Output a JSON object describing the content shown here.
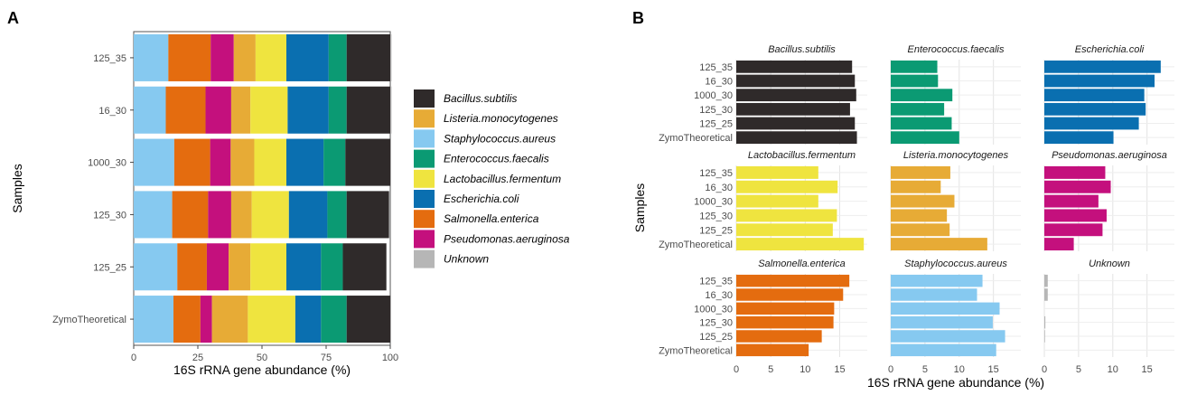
{
  "colors": {
    "Bacillus.subtilis": "#2f2a2a",
    "Listeria.monocytogenes": "#e7ab36",
    "Staphylococcus.aureus": "#86c9f0",
    "Enterococcus.faecalis": "#0b9a73",
    "Lactobacillus.fermentum": "#efe43f",
    "Escherichia.coli": "#0a6fb0",
    "Salmonella.enterica": "#e46c0f",
    "Pseudomonas.aeruginosa": "#c4107d",
    "Unknown": "#b6b6b6"
  },
  "chart_data": [
    {
      "panel_label": "A",
      "type": "bar",
      "orientation": "horizontal",
      "stacked": true,
      "xlabel": "16S rRNA gene abundance (%)",
      "ylabel": "Samples",
      "xlim": [
        0,
        100
      ],
      "xticks": [
        "0",
        "25",
        "50",
        "75",
        "100"
      ],
      "categories": [
        "125_35",
        "16_30",
        "1000_30",
        "125_30",
        "125_25",
        "ZymoTheoretical"
      ],
      "legend_position": "right",
      "legend": [
        "Bacillus.subtilis",
        "Listeria.monocytogenes",
        "Staphylococcus.aureus",
        "Enterococcus.faecalis",
        "Lactobacillus.fermentum",
        "Escherichia.coli",
        "Salmonella.enterica",
        "Pseudomonas.aeruginosa",
        "Unknown"
      ],
      "stack_order": [
        "Staphylococcus.aureus",
        "Salmonella.enterica",
        "Pseudomonas.aeruginosa",
        "Listeria.monocytogenes",
        "Lactobacillus.fermentum",
        "Escherichia.coli",
        "Enterococcus.faecalis",
        "Bacillus.subtilis",
        "Unknown"
      ],
      "series": [
        {
          "name": "Staphylococcus.aureus",
          "values": [
            13.5,
            12.5,
            15.8,
            15.0,
            17.0,
            15.5
          ]
        },
        {
          "name": "Salmonella.enterica",
          "values": [
            16.5,
            15.5,
            14.0,
            14.0,
            11.5,
            10.5
          ]
        },
        {
          "name": "Pseudomonas.aeruginosa",
          "values": [
            9.0,
            10.0,
            8.0,
            9.0,
            8.5,
            4.5
          ]
        },
        {
          "name": "Listeria.monocytogenes",
          "values": [
            8.5,
            7.5,
            9.2,
            8.0,
            8.5,
            14.0
          ]
        },
        {
          "name": "Lactobacillus.fermentum",
          "values": [
            12.0,
            14.5,
            12.5,
            14.5,
            14.0,
            18.5
          ]
        },
        {
          "name": "Escherichia.coli",
          "values": [
            16.5,
            16.0,
            14.5,
            15.0,
            13.5,
            10.0
          ]
        },
        {
          "name": "Enterococcus.faecalis",
          "values": [
            7.0,
            7.0,
            8.5,
            7.5,
            8.5,
            10.0
          ]
        },
        {
          "name": "Bacillus.subtilis",
          "values": [
            17.0,
            17.0,
            17.5,
            16.5,
            17.0,
            17.0
          ]
        },
        {
          "name": "Unknown",
          "values": [
            0.5,
            0.5,
            0,
            0.2,
            0.1,
            0
          ]
        }
      ]
    },
    {
      "panel_label": "B",
      "type": "bar",
      "orientation": "horizontal",
      "faceted": true,
      "xlabel": "16S rRNA gene abundance (%)",
      "ylabel": "Samples",
      "xlim": [
        0,
        19
      ],
      "xticks": [
        "0",
        "5",
        "10",
        "15"
      ],
      "categories": [
        "125_35",
        "16_30",
        "1000_30",
        "125_30",
        "125_25",
        "ZymoTheoretical"
      ],
      "facets": [
        {
          "name": "Bacillus.subtilis",
          "values": [
            16.8,
            17.2,
            17.4,
            16.5,
            17.2,
            17.5
          ]
        },
        {
          "name": "Enterococcus.faecalis",
          "values": [
            6.8,
            6.9,
            9.0,
            7.8,
            8.9,
            10.0
          ]
        },
        {
          "name": "Escherichia.coli",
          "values": [
            17.0,
            16.1,
            14.6,
            14.8,
            13.8,
            10.1
          ]
        },
        {
          "name": "Lactobacillus.fermentum",
          "values": [
            11.9,
            14.7,
            11.9,
            14.6,
            14.0,
            18.5
          ]
        },
        {
          "name": "Listeria.monocytogenes",
          "values": [
            8.7,
            7.3,
            9.3,
            8.2,
            8.6,
            14.1
          ]
        },
        {
          "name": "Pseudomonas.aeruginosa",
          "values": [
            8.9,
            9.7,
            7.9,
            9.1,
            8.5,
            4.3
          ]
        },
        {
          "name": "Salmonella.enterica",
          "values": [
            16.4,
            15.5,
            14.2,
            14.1,
            12.4,
            10.5
          ]
        },
        {
          "name": "Staphylococcus.aureus",
          "values": [
            13.4,
            12.6,
            15.9,
            14.9,
            16.7,
            15.4
          ]
        },
        {
          "name": "Unknown",
          "values": [
            0.5,
            0.5,
            0,
            0.15,
            0.1,
            0
          ]
        }
      ]
    }
  ]
}
